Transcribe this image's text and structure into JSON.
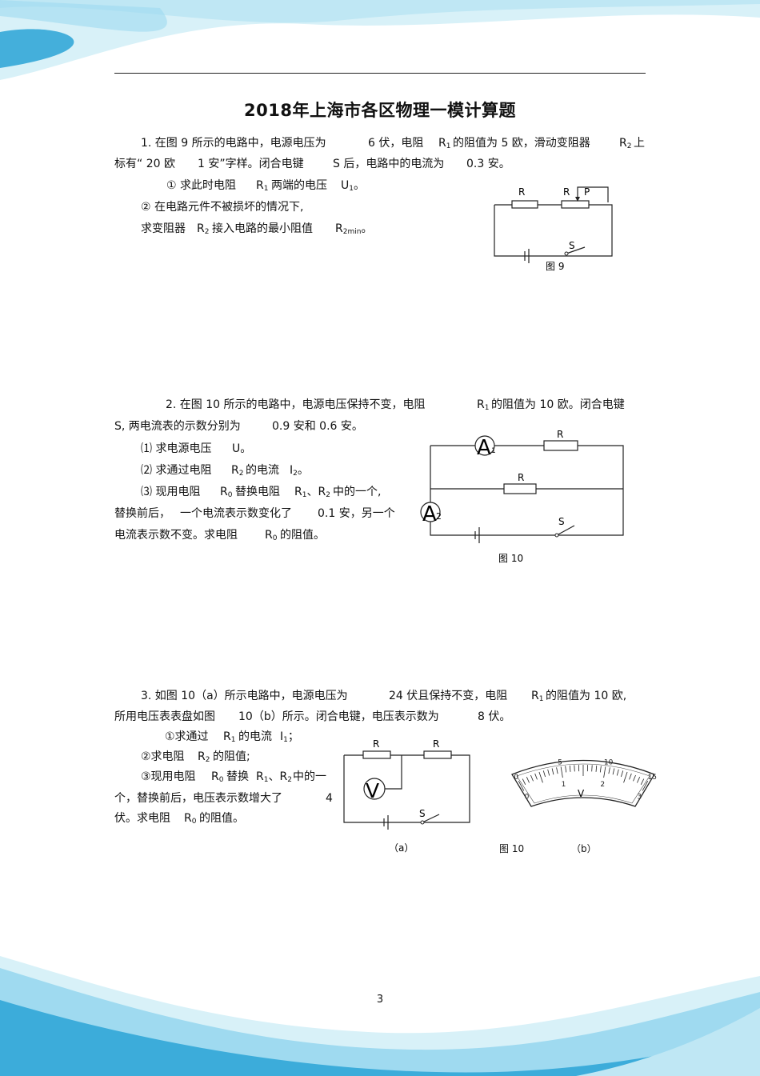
{
  "doc": {
    "title": "2018年上海市各区物理一模计算题",
    "page_number": "3"
  },
  "q1": {
    "l1_a": "1. 在图  9 所示的电路中，电源电压为",
    "l1_b": "6 伏，电阻",
    "l1_c": "R",
    "l1_c_sub": "1",
    "l1_d": "的阻值为  5 欧，滑动变阻器",
    "l1_e": "R",
    "l1_e_sub": "2",
    "l1_f": "上",
    "l2_a": "标有“ 20 欧",
    "l2_b": "1 安”字样。闭合电键",
    "l2_c": "S 后，电路中的电流为",
    "l2_d": "0.3 安。",
    "sub1_a": "① 求此时电阻",
    "sub1_b": "R",
    "sub1_b_sub": "1",
    "sub1_c": "两端的电压",
    "sub1_d": "U",
    "sub1_d_sub": "1",
    "sub1_e": "。",
    "sub2": "② 在电路元件不被损坏的情况下,",
    "sub3_a": "求变阻器",
    "sub3_b": "R",
    "sub3_b_sub": "2",
    "sub3_c": "接入电路的最小阻值",
    "sub3_d": "R",
    "sub3_d_sub": "2min",
    "sub3_e": "。",
    "fig": {
      "label_r1": "R",
      "label_r2": "R",
      "label_p": "P",
      "label_s": "S",
      "caption": "图 9"
    }
  },
  "q2": {
    "l1_a": "2. 在图  10 所示的电路中，电源电压保持不变，电阻",
    "l1_b": "R",
    "l1_b_sub": "1",
    "l1_c": "的阻值为  10 欧。闭合电键",
    "l2_a": "S, 两电流表的示数分别为",
    "l2_b": "0.9 安和  0.6 安。",
    "s1_a": "⑴ 求电源电压",
    "s1_b": "U。",
    "s2_a": "⑵ 求通过电阻",
    "s2_b": "R",
    "s2_b_sub": "2",
    "s2_c": "的电流",
    "s2_d": "I",
    "s2_d_sub": "2",
    "s2_e": "。",
    "s3_a": "⑶ 现用电阻",
    "s3_b": "R",
    "s3_b_sub": "0",
    "s3_c": "替换电阻",
    "s3_d": "R",
    "s3_d_sub": "1",
    "s3_e": "、R",
    "s3_e_sub": "2",
    "s3_f": "中的一个,",
    "s4_a": "替换前后，",
    "s4_b": "一个电流表示数变化了",
    "s4_c": "0.1 安，另一个",
    "s5_a": "电流表示数不变。求电阻",
    "s5_b": "R",
    "s5_b_sub": "0",
    "s5_c": "的阻值。",
    "fig": {
      "meter1": "A",
      "meter1_sub": "1",
      "meter2": "A",
      "meter2_sub": "2",
      "label_r1": "R",
      "label_r2": "R",
      "label_s": "S",
      "caption": "图 10"
    }
  },
  "q3": {
    "l1_a": "3. 如图  10（a）所示电路中，电源电压为",
    "l1_b": "24 伏且保持不变，电阻",
    "l1_c": "R",
    "l1_c_sub": "1",
    "l1_d": "的阻值为  10 欧,",
    "l2_a": "所用电压表表盘如图",
    "l2_b": "10（b）所示。闭合电键，电压表示数为",
    "l2_c": "8 伏。",
    "s1_a": "①求通过",
    "s1_b": "R",
    "s1_b_sub": "1",
    "s1_c": "的电流",
    "s1_d": "I",
    "s1_d_sub": "1",
    "s1_e": "；",
    "s2_a": "②求电阻",
    "s2_b": "R",
    "s2_b_sub": "2",
    "s2_c": "的阻值;",
    "s3_a": "③现用电阻",
    "s3_b": "R",
    "s3_b_sub": "0",
    "s3_c": "替换",
    "s3_d": "R",
    "s3_d_sub": "1",
    "s3_e": "、R",
    "s3_e_sub": "2",
    "s3_f": "中的一",
    "s4_a": "个，替换前后，电压表示数增大了",
    "s4_b": "4",
    "s5_a": "伏。求电阻",
    "s5_b": "R",
    "s5_b_sub": "0",
    "s5_c": "的阻值。",
    "fig": {
      "label_r1": "R",
      "label_r2": "R",
      "label_s": "S",
      "meter": "V",
      "caption_a": "（a）",
      "caption": "图 10",
      "caption_b": "（b）",
      "dial_upper": [
        "0",
        "5",
        "10",
        "15"
      ],
      "dial_lower": [
        "0",
        "1",
        "2",
        "3"
      ],
      "dial_unit": "V"
    }
  },
  "colors": {
    "wave_dark": "#2aa3d6",
    "wave_light": "#bfe7f4",
    "line": "#222222"
  }
}
